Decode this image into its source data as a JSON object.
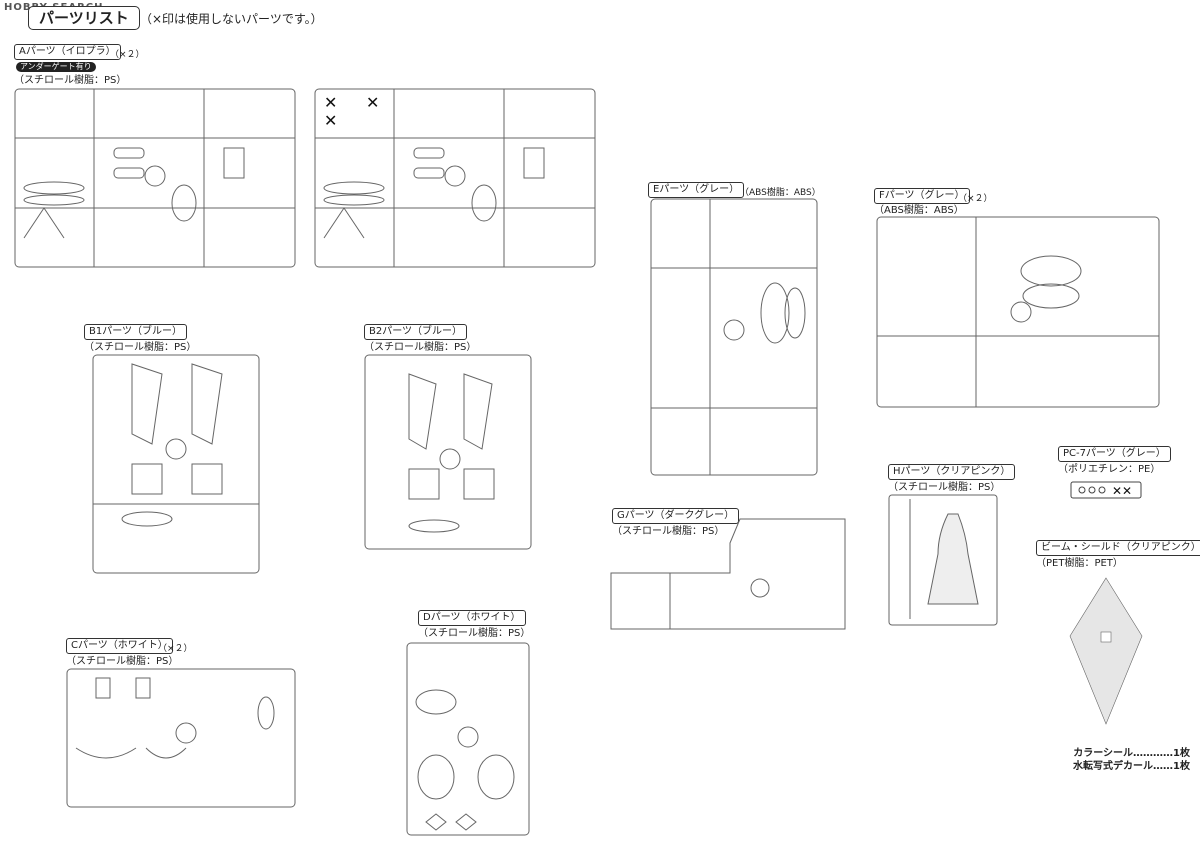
{
  "watermark": "HOBBY SEARCH",
  "title": "パーツリスト",
  "note": "（×印は使用しないパーツです。）",
  "sections": {
    "A": {
      "label": "Aパーツ（イロプラ）",
      "qty": "（×２）",
      "badge": "アンダーゲート有り",
      "material": "（スチロール樹脂：PS）"
    },
    "B1": {
      "label": "B1パーツ（ブルー）",
      "material": "（スチロール樹脂：PS）"
    },
    "B2": {
      "label": "B2パーツ（ブルー）",
      "material": "（スチロール樹脂：PS）"
    },
    "C": {
      "label": "Cパーツ（ホワイト）",
      "qty": "（×２）",
      "material": "（スチロール樹脂：PS）"
    },
    "D": {
      "label": "Dパーツ（ホワイト）",
      "material": "（スチロール樹脂：PS）"
    },
    "E": {
      "label": "Eパーツ（グレー）",
      "material": "（ABS樹脂：ABS）"
    },
    "F": {
      "label": "Fパーツ（グレー）",
      "qty": "（×２）",
      "material": "（ABS樹脂：ABS）"
    },
    "G": {
      "label": "Gパーツ（ダークグレー）",
      "material": "（スチロール樹脂：PS）"
    },
    "H": {
      "label": "Hパーツ（クリアピンク）",
      "material": "（スチロール樹脂：PS）"
    },
    "PC7": {
      "label": "PC-7パーツ（グレー）",
      "material": "（ポリエチレン：PE）"
    },
    "BS": {
      "label": "ビーム・シールド（クリアピンク）",
      "material": "（PET樹脂：PET）"
    }
  },
  "footer": {
    "sticker": "カラーシール…………1枚",
    "decal": "水転写式デカール……1枚"
  }
}
